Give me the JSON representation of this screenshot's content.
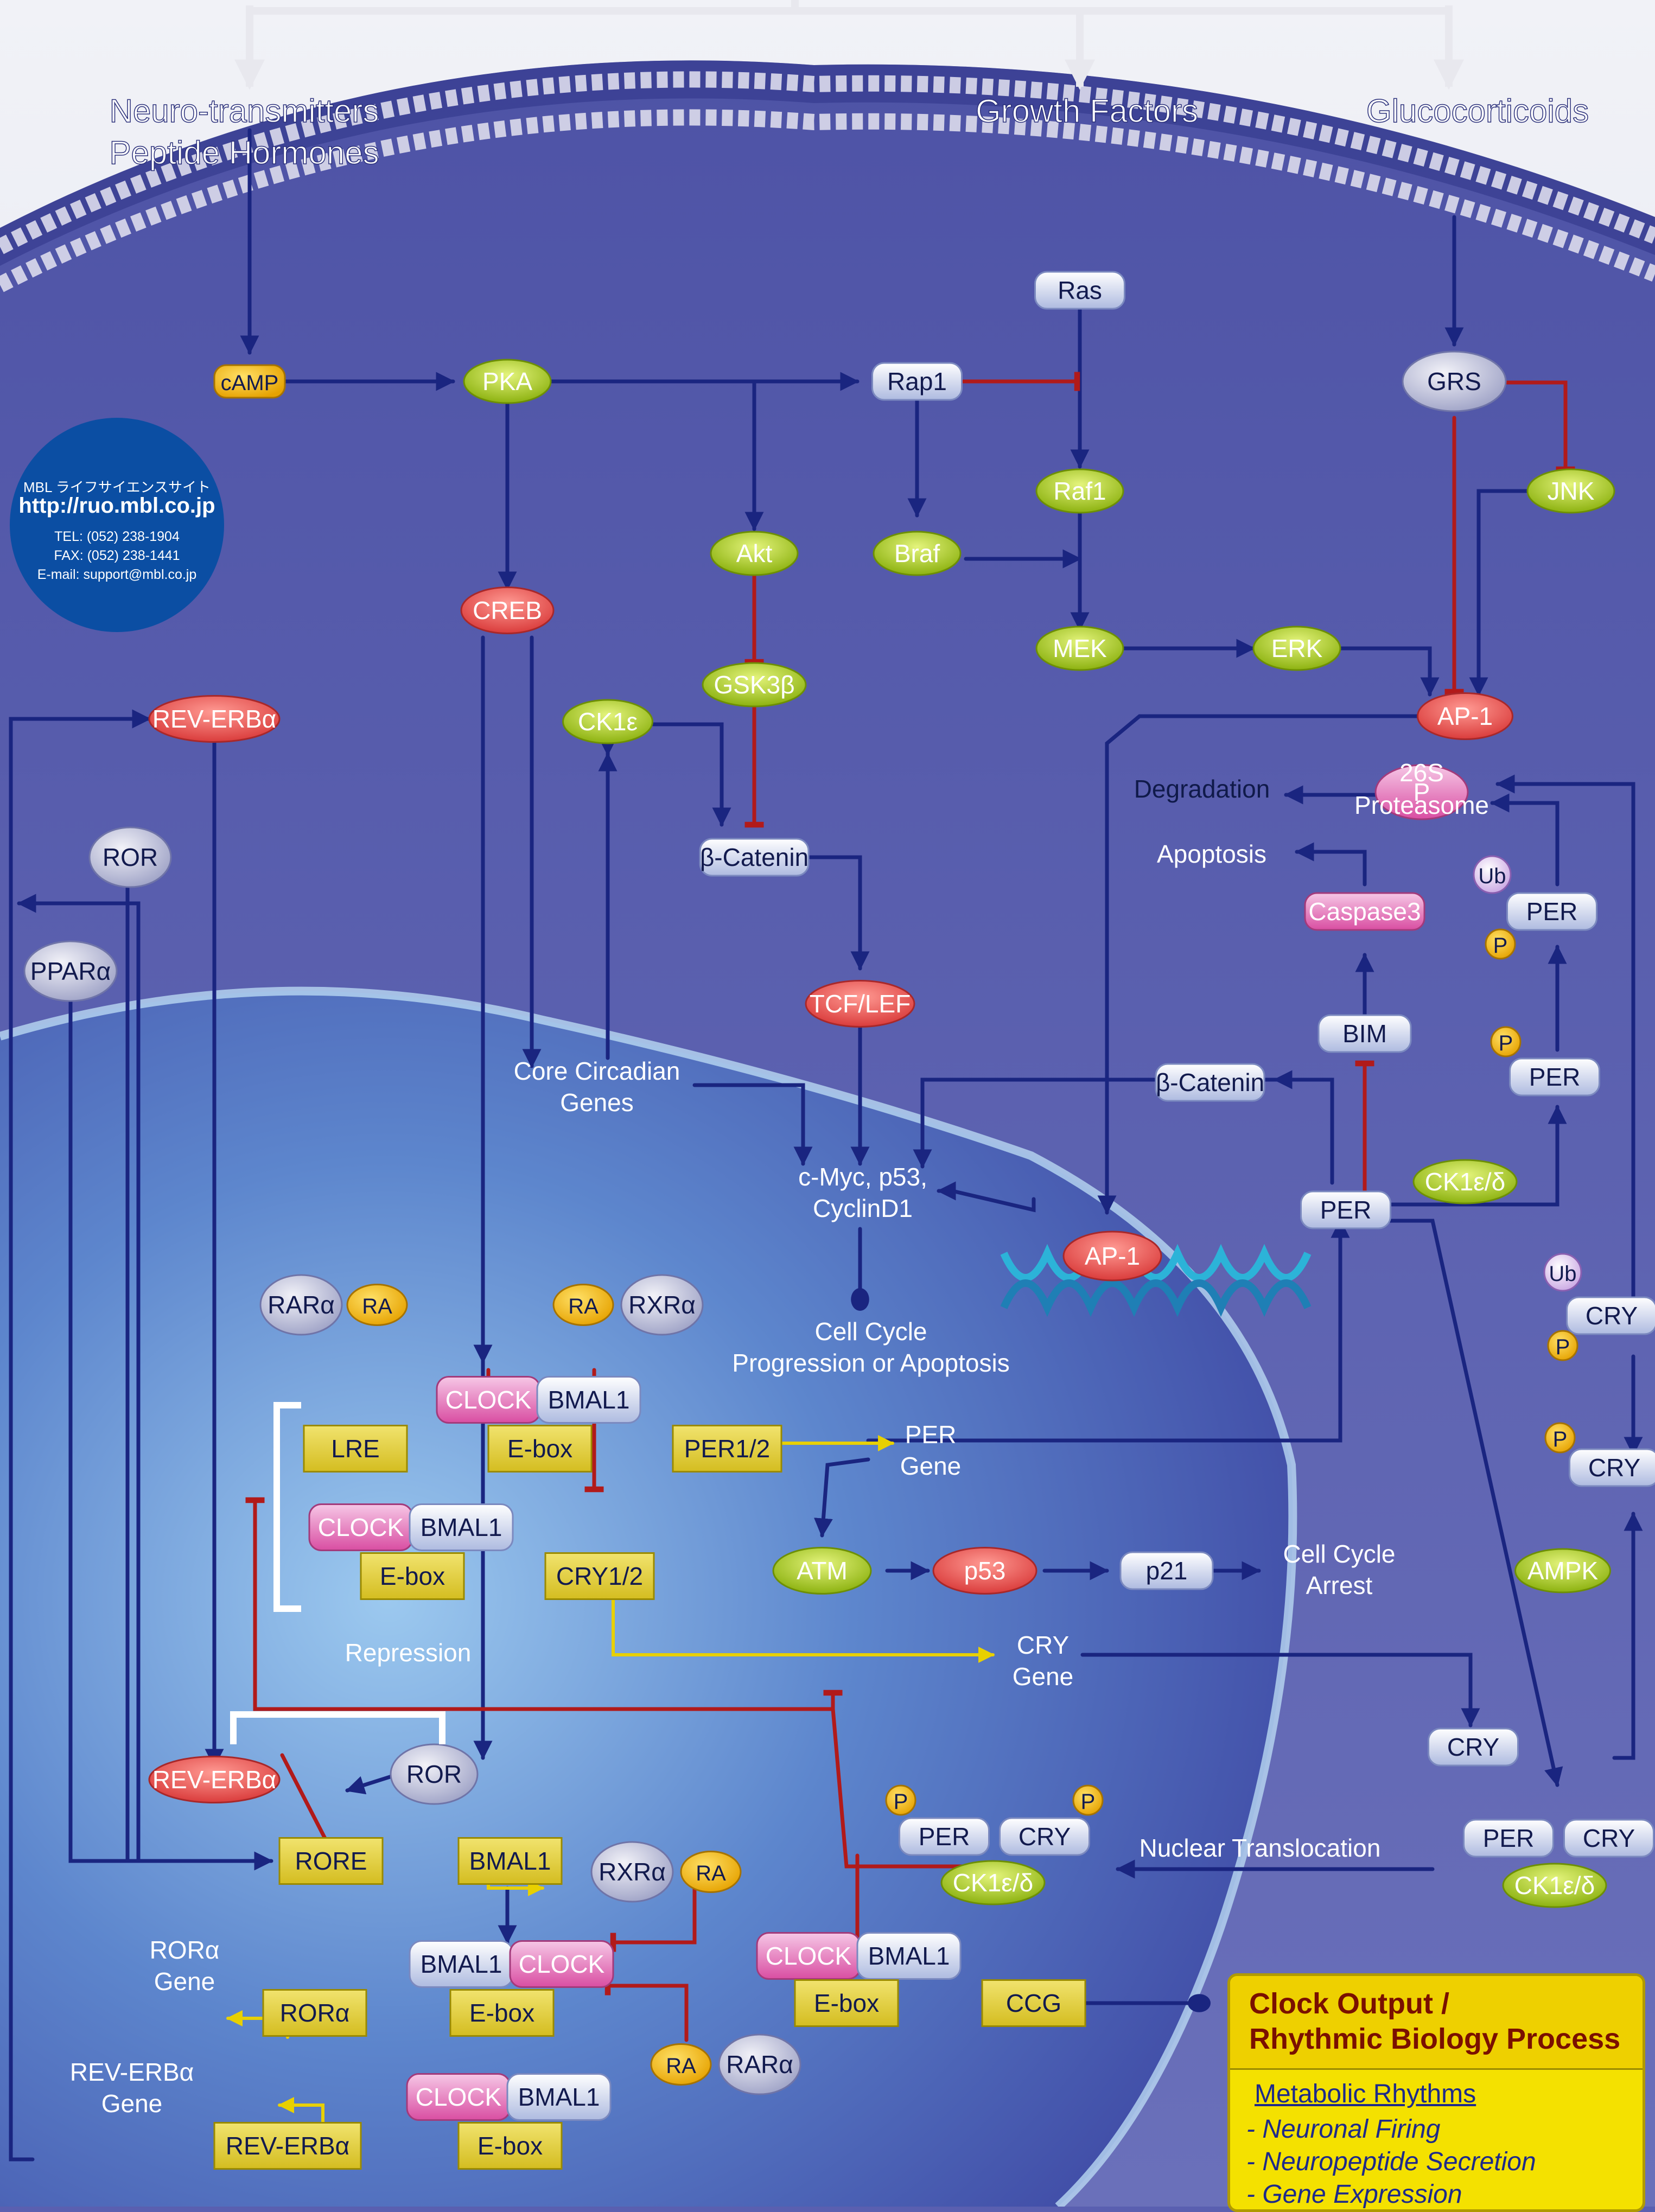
{
  "inputs": {
    "neurotransmitters_line1": "Neuro-transmitters",
    "neurotransmitters_line2": "Peptide Hormones",
    "growth_factors": "Growth Factors",
    "glucocorticoids": "Glucocorticoids"
  },
  "info": {
    "site_name": "MBL ライフサイエンスサイト",
    "url": "http://ruo.mbl.co.jp",
    "tel": "TEL: (052) 238-1904",
    "fax": "FAX: (052) 238-1441",
    "email": "E-mail: support@mbl.co.jp"
  },
  "nodes": {
    "camp": "cAMP",
    "pka": "PKA",
    "rap1": "Rap1",
    "ras": "Ras",
    "grs": "GRS",
    "jnk": "JNK",
    "raf1": "Raf1",
    "akt": "Akt",
    "braf": "Braf",
    "creb": "CREB",
    "mek": "MEK",
    "erk": "ERK",
    "gsk3b": "GSK3β",
    "ck1e": "CK1ε",
    "ap1": "AP-1",
    "rev_erba": "REV-ERBα",
    "ror": "ROR",
    "ppara": "PPARα",
    "bcatenin": "β-Catenin",
    "tcf_lef": "TCF/LEF",
    "ub": "Ub",
    "p": "P",
    "per": "PER",
    "caspase3": "Caspase3",
    "bim": "BIM",
    "ck1ed": "CK1ε/δ",
    "cry": "CRY",
    "ap1_nuclear": "AP-1",
    "clock": "CLOCK",
    "bmal1": "BMAL1",
    "rara": "RARα",
    "rxra": "RXRα",
    "ra": "RA",
    "atm": "ATM",
    "p53": "p53",
    "p21": "p21",
    "ampk": "AMPK"
  },
  "labels": {
    "degradation": "Degradation",
    "proteasome_line1": "26S",
    "proteasome_line2": "Proteasome",
    "apoptosis": "Apoptosis",
    "core_circadian_line1": "Core Circadian",
    "core_circadian_line2": "Genes",
    "cmyc_line1": "c-Myc, p53,",
    "cmyc_line2": "CyclinD1",
    "cellcycle_line1": "Cell Cycle",
    "cellcycle_line2": "Progression or Apoptosis",
    "per_gene_line1": "PER",
    "per_gene_line2": "Gene",
    "cry_gene_line1": "CRY",
    "cry_gene_line2": "Gene",
    "arrest_line1": "Cell Cycle",
    "arrest_line2": "Arrest",
    "repression": "Repression",
    "nuclear_translocation": "Nuclear Translocation",
    "rora_gene_line1": "RORα",
    "rora_gene_line2": "Gene",
    "reverba_gene_line1": "REV-ERBα",
    "reverba_gene_line2": "Gene"
  },
  "boxes": {
    "lre": "LRE",
    "ebox": "E-box",
    "per12": "PER1/2",
    "cry12": "CRY1/2",
    "rore": "RORE",
    "bmal1": "BMAL1",
    "rora": "RORα",
    "ccg": "CCG",
    "reverba": "REV-ERBα"
  },
  "output": {
    "title_line1": "Clock Output /",
    "title_line2": "Rhythmic Biology Process",
    "subtitle": "Metabolic Rhythms",
    "items": [
      "- Neuronal Firing",
      "- Neuropeptide Secretion",
      "- Gene Expression"
    ]
  },
  "colors": {
    "cytoplasm": "#5a5fb0",
    "nucleus": "#4d74c4",
    "arrow_activation": "#1a2580",
    "arrow_inhibition": "#b11a1a",
    "arrow_transcription": "#e8d000",
    "node_green": "#a4c712",
    "node_red": "#e2474a",
    "node_white": "#e6eaf7",
    "node_pink": "#e677b7",
    "gene_box": "#e6d33a",
    "phospho": "#f0b400"
  }
}
